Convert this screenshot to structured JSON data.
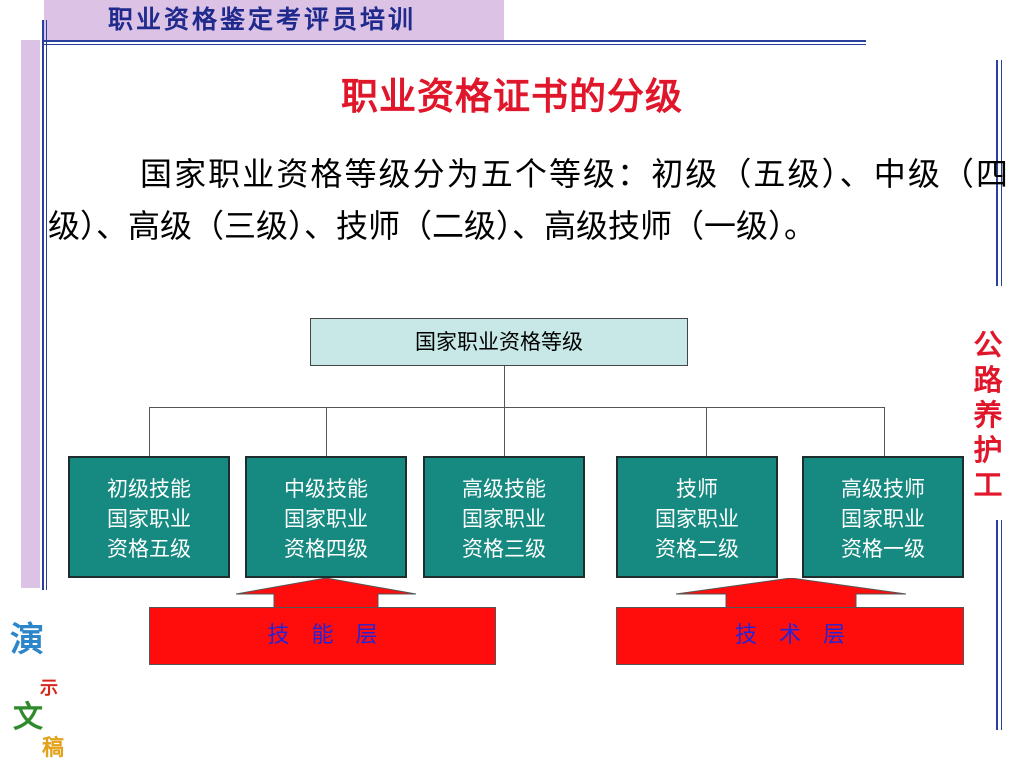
{
  "header": {
    "banner_text": "职业资格鉴定考评员培训"
  },
  "sidebar": {
    "right_vertical_text": [
      "公",
      "路",
      "养",
      "护",
      "工"
    ],
    "demo_badge": {
      "char1": "演",
      "char2": "示",
      "char3": "文",
      "char4": "稿"
    }
  },
  "slide": {
    "title": "职业资格证书的分级",
    "intro": "国家职业资格等级分为五个等级：初级（五级）、中级（四级）、高级（三级）、技师（二级）、高级技师（一级）。"
  },
  "diagram": {
    "root": "国家职业资格等级",
    "levels": [
      {
        "line1": "初级技能",
        "line2": "国家职业",
        "line3": "资格五级"
      },
      {
        "line1": "中级技能",
        "line2": "国家职业",
        "line3": "资格四级"
      },
      {
        "line1": "高级技能",
        "line2": "国家职业",
        "line3": "资格三级"
      },
      {
        "line1": "技师",
        "line2": "国家职业",
        "line3": "资格二级"
      },
      {
        "line1": "高级技师",
        "line2": "国家职业",
        "line3": "资格一级"
      }
    ],
    "layers": [
      {
        "label": "技能层"
      },
      {
        "label": "技术层"
      }
    ]
  },
  "colors": {
    "title_red": "#e0162b",
    "banner_blue": "#1f2a8c",
    "root_fill": "#c8e8e8",
    "level_fill": "#168a80",
    "layer_fill": "#ff0d0d",
    "layer_text": "#2424d6"
  }
}
